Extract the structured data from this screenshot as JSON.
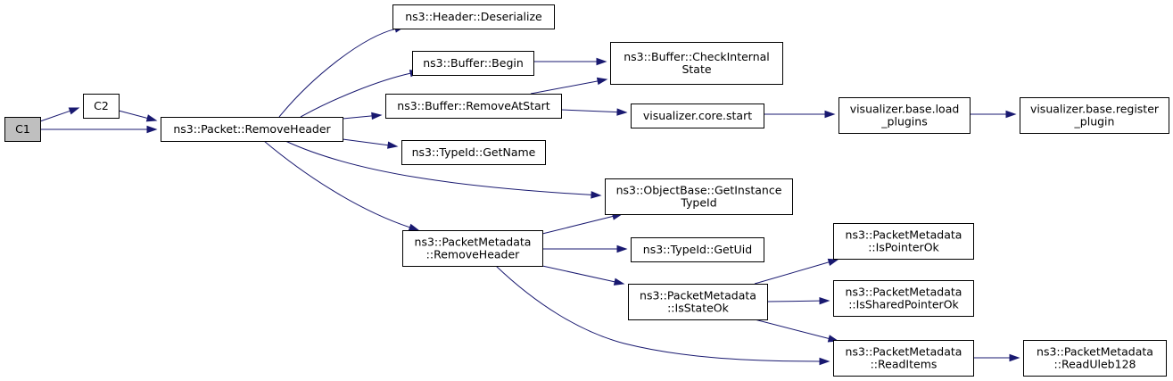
{
  "graph": {
    "edge_color": "#191970",
    "nodes": {
      "c1": {
        "lines": [
          "C1"
        ],
        "highlight": true
      },
      "c2": {
        "lines": [
          "C2"
        ]
      },
      "packet_remove_header": {
        "lines": [
          "ns3::Packet::RemoveHeader"
        ]
      },
      "header_deserialize": {
        "lines": [
          "ns3::Header::Deserialize"
        ]
      },
      "buffer_begin": {
        "lines": [
          "ns3::Buffer::Begin"
        ]
      },
      "buffer_check_internal_state": {
        "lines": [
          "ns3::Buffer::CheckInternal",
          "State"
        ]
      },
      "buffer_remove_at_start": {
        "lines": [
          "ns3::Buffer::RemoveAtStart"
        ]
      },
      "visualizer_core_start": {
        "lines": [
          "visualizer.core.start"
        ]
      },
      "visualizer_base_load_plugins": {
        "lines": [
          "visualizer.base.load",
          "_plugins"
        ]
      },
      "visualizer_base_register_plugin": {
        "lines": [
          "visualizer.base.register",
          "_plugin"
        ]
      },
      "typeid_get_name": {
        "lines": [
          "ns3::TypeId::GetName"
        ]
      },
      "objectbase_get_instance_typeid": {
        "lines": [
          "ns3::ObjectBase::GetInstance",
          "TypeId"
        ]
      },
      "packetmetadata_remove_header": {
        "lines": [
          "ns3::PacketMetadata",
          "::RemoveHeader"
        ]
      },
      "typeid_get_uid": {
        "lines": [
          "ns3::TypeId::GetUid"
        ]
      },
      "packetmetadata_is_state_ok": {
        "lines": [
          "ns3::PacketMetadata",
          "::IsStateOk"
        ]
      },
      "packetmetadata_is_pointer_ok": {
        "lines": [
          "ns3::PacketMetadata",
          "::IsPointerOk"
        ]
      },
      "packetmetadata_is_shared_pointer_ok": {
        "lines": [
          "ns3::PacketMetadata",
          "::IsSharedPointerOk"
        ]
      },
      "packetmetadata_read_items": {
        "lines": [
          "ns3::PacketMetadata",
          "::ReadItems"
        ]
      },
      "packetmetadata_read_uleb128": {
        "lines": [
          "ns3::PacketMetadata",
          "::ReadUleb128"
        ]
      }
    },
    "edges": [
      {
        "from": "c1",
        "to": "c2"
      },
      {
        "from": "c1",
        "to": "packet_remove_header"
      },
      {
        "from": "c2",
        "to": "packet_remove_header"
      },
      {
        "from": "packet_remove_header",
        "to": "header_deserialize"
      },
      {
        "from": "packet_remove_header",
        "to": "buffer_begin"
      },
      {
        "from": "packet_remove_header",
        "to": "buffer_remove_at_start"
      },
      {
        "from": "packet_remove_header",
        "to": "typeid_get_name"
      },
      {
        "from": "packet_remove_header",
        "to": "objectbase_get_instance_typeid"
      },
      {
        "from": "packet_remove_header",
        "to": "packetmetadata_remove_header"
      },
      {
        "from": "buffer_begin",
        "to": "buffer_check_internal_state"
      },
      {
        "from": "buffer_remove_at_start",
        "to": "buffer_check_internal_state"
      },
      {
        "from": "buffer_remove_at_start",
        "to": "visualizer_core_start"
      },
      {
        "from": "visualizer_core_start",
        "to": "visualizer_base_load_plugins"
      },
      {
        "from": "visualizer_base_load_plugins",
        "to": "visualizer_base_register_plugin"
      },
      {
        "from": "packetmetadata_remove_header",
        "to": "objectbase_get_instance_typeid"
      },
      {
        "from": "packetmetadata_remove_header",
        "to": "typeid_get_uid"
      },
      {
        "from": "packetmetadata_remove_header",
        "to": "packetmetadata_is_state_ok"
      },
      {
        "from": "packetmetadata_remove_header",
        "to": "packetmetadata_read_items"
      },
      {
        "from": "packetmetadata_is_state_ok",
        "to": "packetmetadata_is_pointer_ok"
      },
      {
        "from": "packetmetadata_is_state_ok",
        "to": "packetmetadata_is_shared_pointer_ok"
      },
      {
        "from": "packetmetadata_is_state_ok",
        "to": "packetmetadata_read_items"
      },
      {
        "from": "packetmetadata_read_items",
        "to": "packetmetadata_read_uleb128"
      }
    ]
  }
}
